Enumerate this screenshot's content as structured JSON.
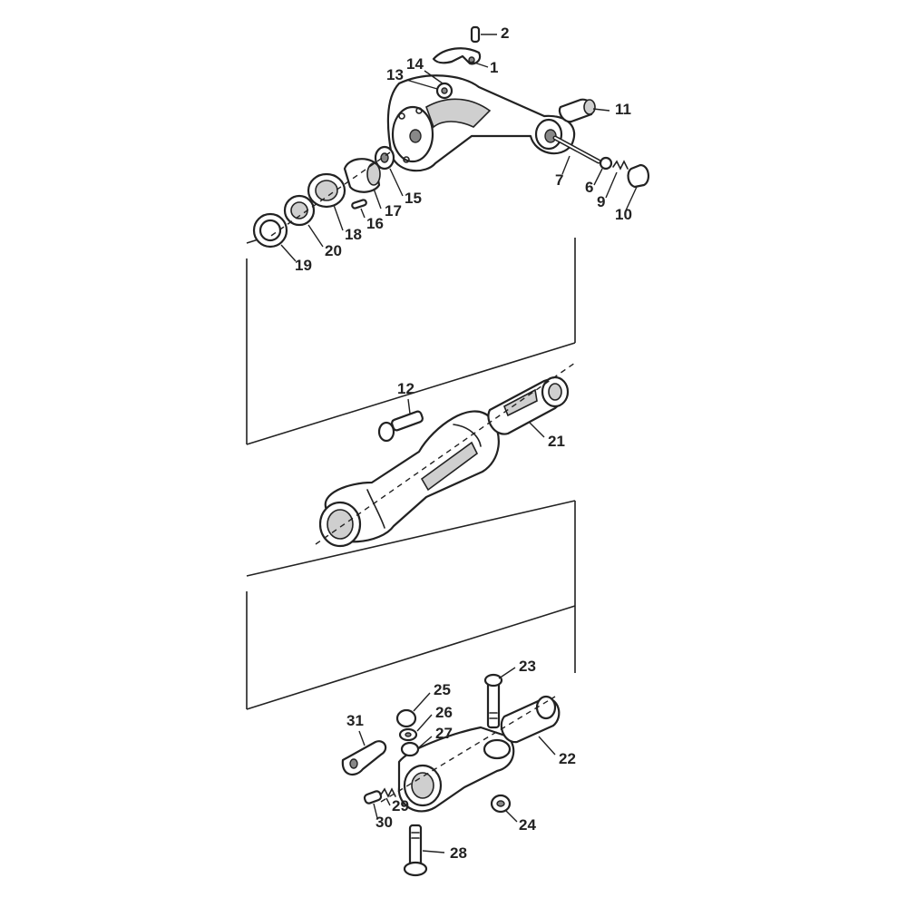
{
  "callouts": [
    "1",
    "2",
    "6",
    "7",
    "9",
    "10",
    "11",
    "12",
    "13",
    "14",
    "15",
    "16",
    "17",
    "18",
    "19",
    "20",
    "21",
    "22",
    "23",
    "24",
    "25",
    "26",
    "27",
    "28",
    "29",
    "30",
    "31"
  ]
}
